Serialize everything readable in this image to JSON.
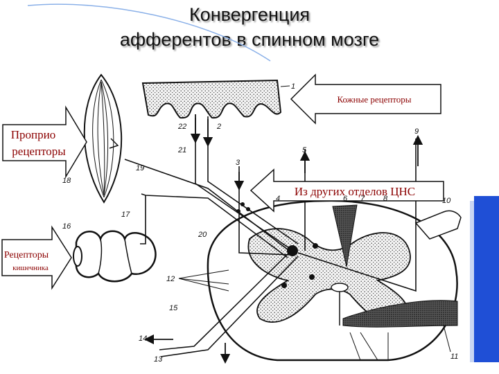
{
  "slide": {
    "title_line1": "Конвергенция",
    "title_line2": "афферентов в спинном мозге",
    "accent_color": "#1f4fd6",
    "label_color": "#8b0000"
  },
  "callouts": {
    "skin": "Кожные рецепторы",
    "proprio_line1": "Проприо",
    "proprio_line2": "рецепторы",
    "cns": "Из других отделов ЦНС",
    "gut_line1": "Рецепторы",
    "gut_line2": "кишечника"
  },
  "numbers": [
    "1",
    "2",
    "3",
    "4",
    "5",
    "6",
    "7",
    "8",
    "9",
    "10",
    "11",
    "12",
    "13",
    "14",
    "15",
    "16",
    "17",
    "18",
    "19",
    "20",
    "21",
    "22"
  ]
}
